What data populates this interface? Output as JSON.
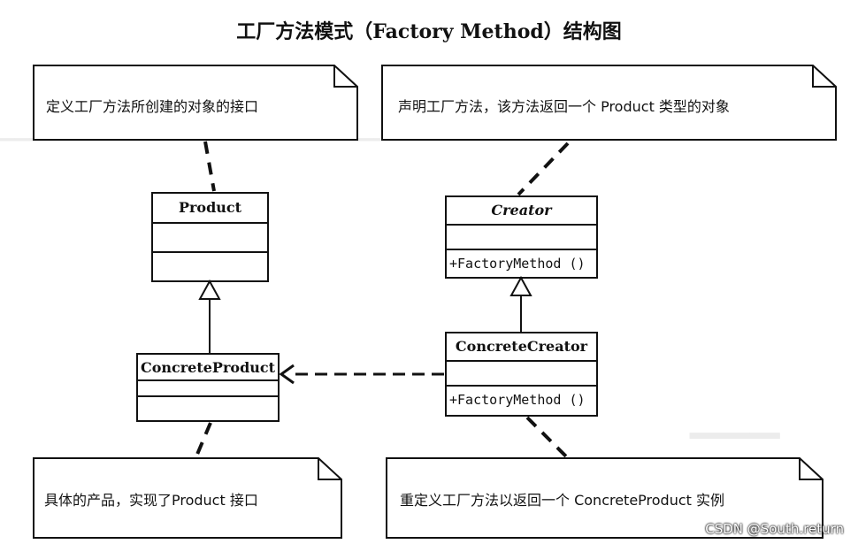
{
  "title": "工厂方法模式（Factory Method）结构图",
  "notes": {
    "product_note": "定义工厂方法所创建的对象的接口",
    "creator_note": "声明工厂方法，该方法返回一个 Product 类型的对象",
    "concrete_product_note": "具体的产品，实现了Product 接口",
    "concrete_creator_note": "重定义工厂方法以返回一个 ConcreteProduct 实例"
  },
  "classes": {
    "product": {
      "name": "Product"
    },
    "creator": {
      "name": "Creator",
      "operation": "+FactoryMethod ()"
    },
    "concrete_product": {
      "name": "ConcreteProduct"
    },
    "concrete_creator": {
      "name": "ConcreteCreator",
      "operation": "+FactoryMethod ()"
    }
  },
  "watermark": "CSDN @South.return",
  "colors": {
    "line": "#111111",
    "background": "#ffffff"
  }
}
